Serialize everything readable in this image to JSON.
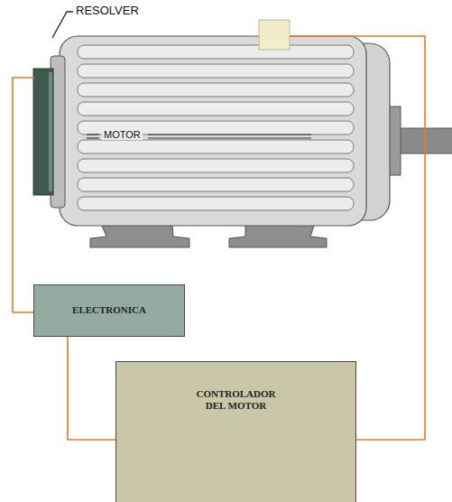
{
  "diagram": {
    "nodes": [
      {
        "text": [
          "ELECTRONICA"
        ]
      },
      {
        "text": [
          "CONTROLADOR DEL MOTOR"
        ]
      }
    ],
    "edges": [
      {
        "from": 0,
        "to": 1,
        "arrow": "none"
      }
    ],
    "labels": [
      "RESOLVER",
      "MOTOR"
    ]
  }
}
